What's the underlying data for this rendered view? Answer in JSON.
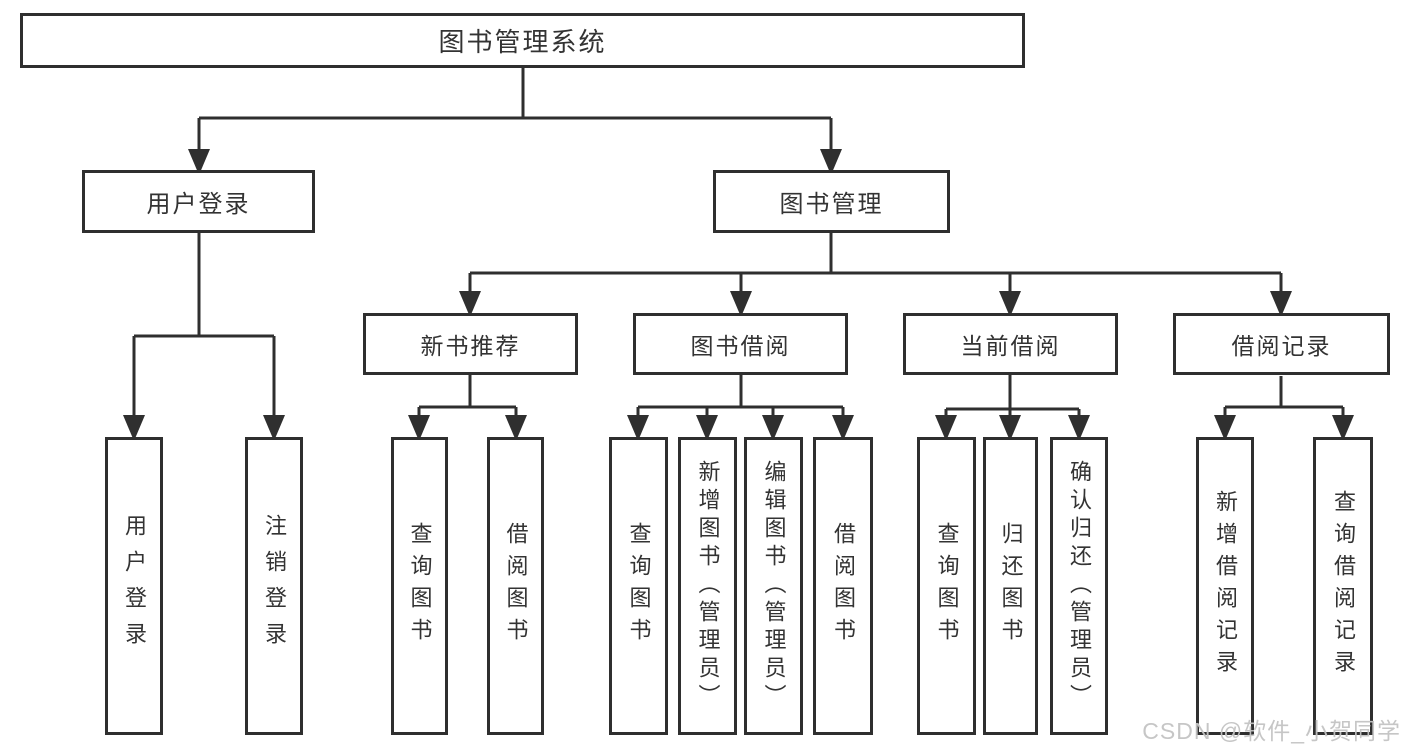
{
  "diagram_title": "图书管理系统",
  "tree": {
    "root": {
      "label": "图书管理系统",
      "children": [
        {
          "label": "用户登录",
          "children": [
            {
              "label": "用户登录"
            },
            {
              "label": "注销登录"
            }
          ]
        },
        {
          "label": "图书管理",
          "children": [
            {
              "label": "新书推荐",
              "children": [
                {
                  "label": "查询图书"
                },
                {
                  "label": "借阅图书"
                }
              ]
            },
            {
              "label": "图书借阅",
              "children": [
                {
                  "label": "查询图书"
                },
                {
                  "label": "新增图书（管理员）"
                },
                {
                  "label": "编辑图书（管理员）"
                },
                {
                  "label": "借阅图书"
                }
              ]
            },
            {
              "label": "当前借阅",
              "children": [
                {
                  "label": "查询图书"
                },
                {
                  "label": "归还图书"
                },
                {
                  "label": "确认归还（管理员）"
                }
              ]
            },
            {
              "label": "借阅记录",
              "children": [
                {
                  "label": "新增借阅记录"
                },
                {
                  "label": "查询借阅记录"
                }
              ]
            }
          ]
        }
      ]
    }
  },
  "watermark": {
    "text": "CSDN @软件_小贺同学"
  },
  "colors": {
    "line": "#2f2f2f",
    "text": "#333333",
    "watermark": "#c3c3c3",
    "background": "#ffffff"
  }
}
